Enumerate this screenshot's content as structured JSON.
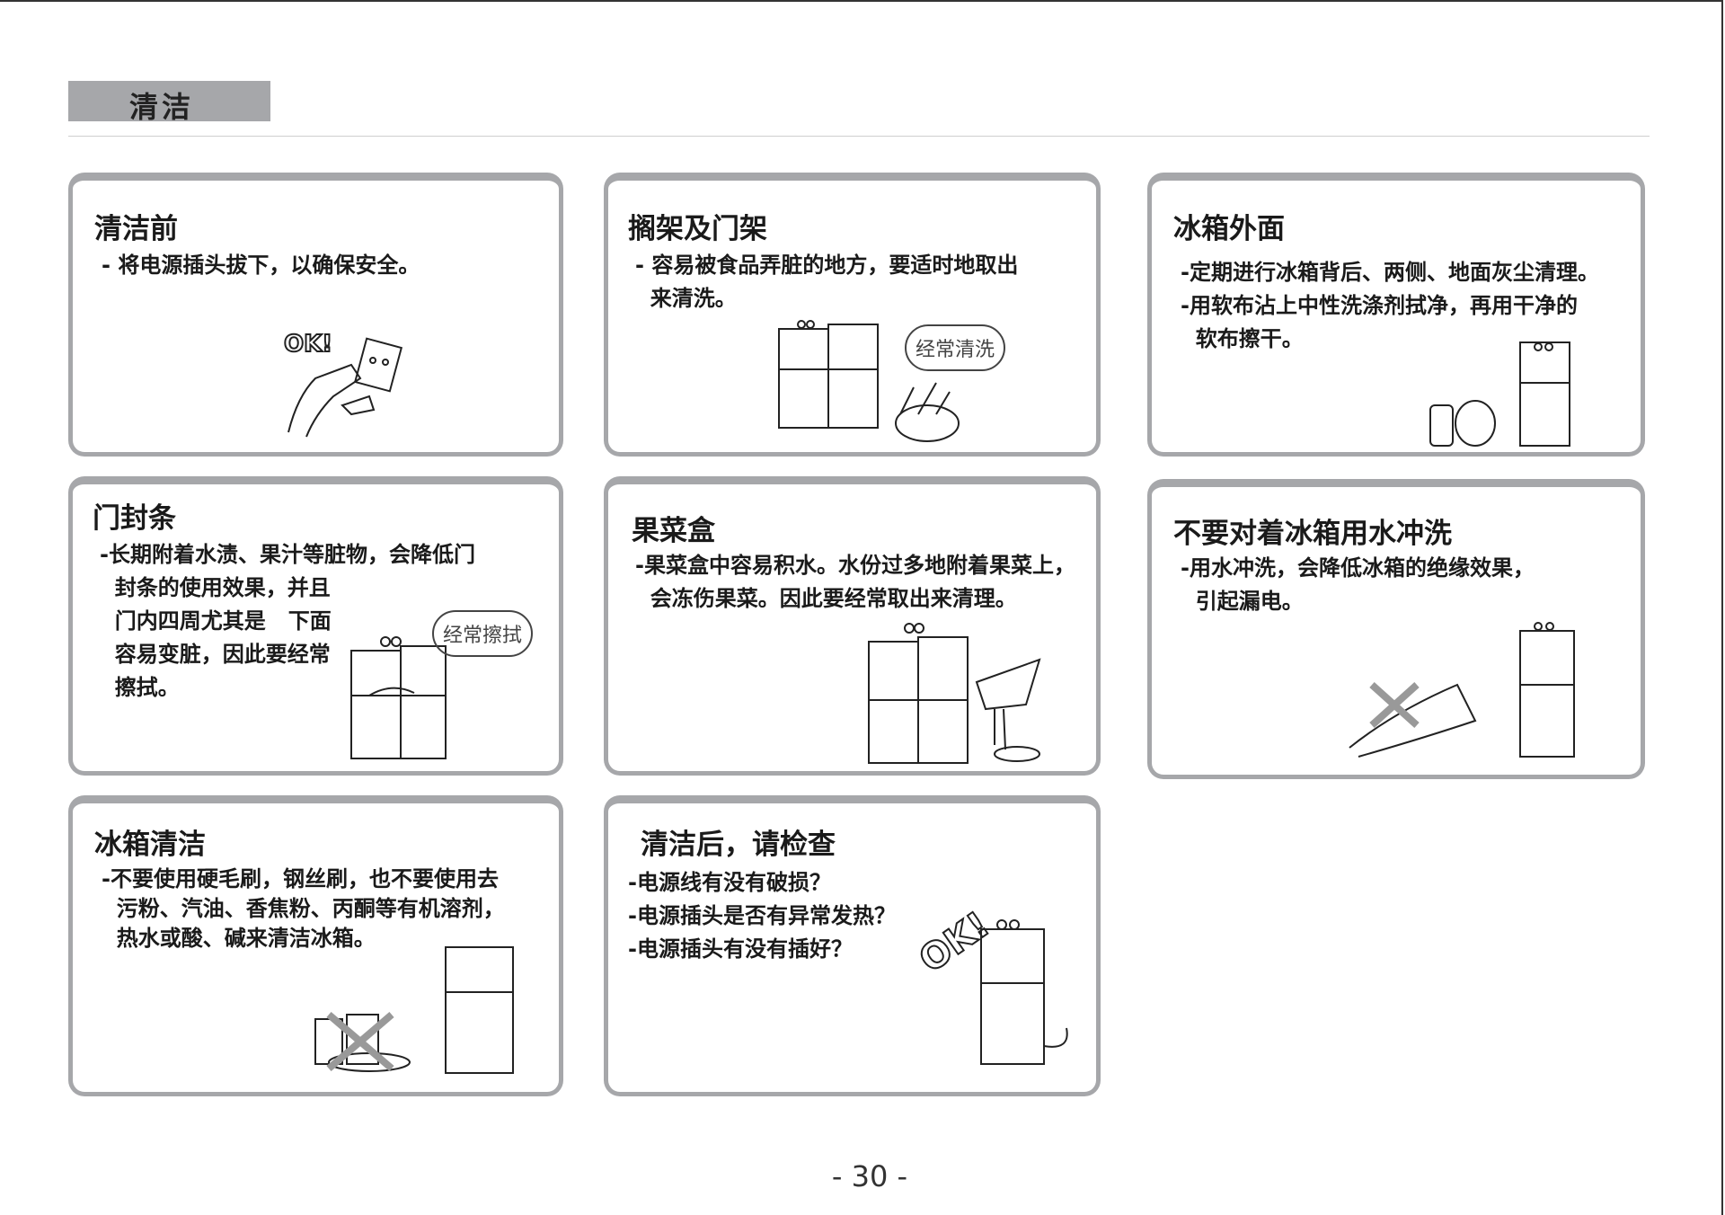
{
  "section_title": "清洁",
  "cards": [
    {
      "title": "清洁前",
      "lines": [
        "- 将电源插头拔下，以确保安全。"
      ],
      "illus_text": "OK!"
    },
    {
      "title": "搁架及门架",
      "lines": [
        "- 容易被食品弄脏的地方，要适时地取出",
        "  来清洗。"
      ],
      "bubble": "经常清洗"
    },
    {
      "title": "冰箱外面",
      "lines": [
        "-定期进行冰箱背后、两侧、地面灰尘清理。",
        "-用软布沾上中性洗涤剂拭净，再用干净的",
        "  软布擦干。"
      ]
    },
    {
      "title": "门封条",
      "lines": [
        "-长期附着水渍、果汁等脏物，会降低门",
        "  封条的使用效果，并且",
        "  门内四周尤其是   下面",
        "  容易变脏，因此要经常",
        "  擦拭。"
      ],
      "bubble": "经常擦拭"
    },
    {
      "title": "果菜盒",
      "lines": [
        "-果菜盒中容易积水。水份过多地附着果菜上，",
        "  会冻伤果菜。因此要经常取出来清理。"
      ]
    },
    {
      "title": "不要对着冰箱用水冲洗",
      "lines": [
        "-用水冲洗，会降低冰箱的绝缘效果，",
        "  引起漏电。"
      ]
    },
    {
      "title": "冰箱清洁",
      "lines": [
        "-不要使用硬毛刷，钢丝刷，也不要使用去",
        "  污粉、汽油、香焦粉、丙酮等有机溶剂，",
        "  热水或酸、碱来清洁冰箱。"
      ]
    },
    {
      "title": "清洁后，请检查",
      "lines": [
        "-电源线有没有破损？",
        "-电源插头是否有异常发热？",
        "-电源插头有没有插好？"
      ],
      "illus_text": "OK!"
    }
  ],
  "page_number": "- 30 -"
}
